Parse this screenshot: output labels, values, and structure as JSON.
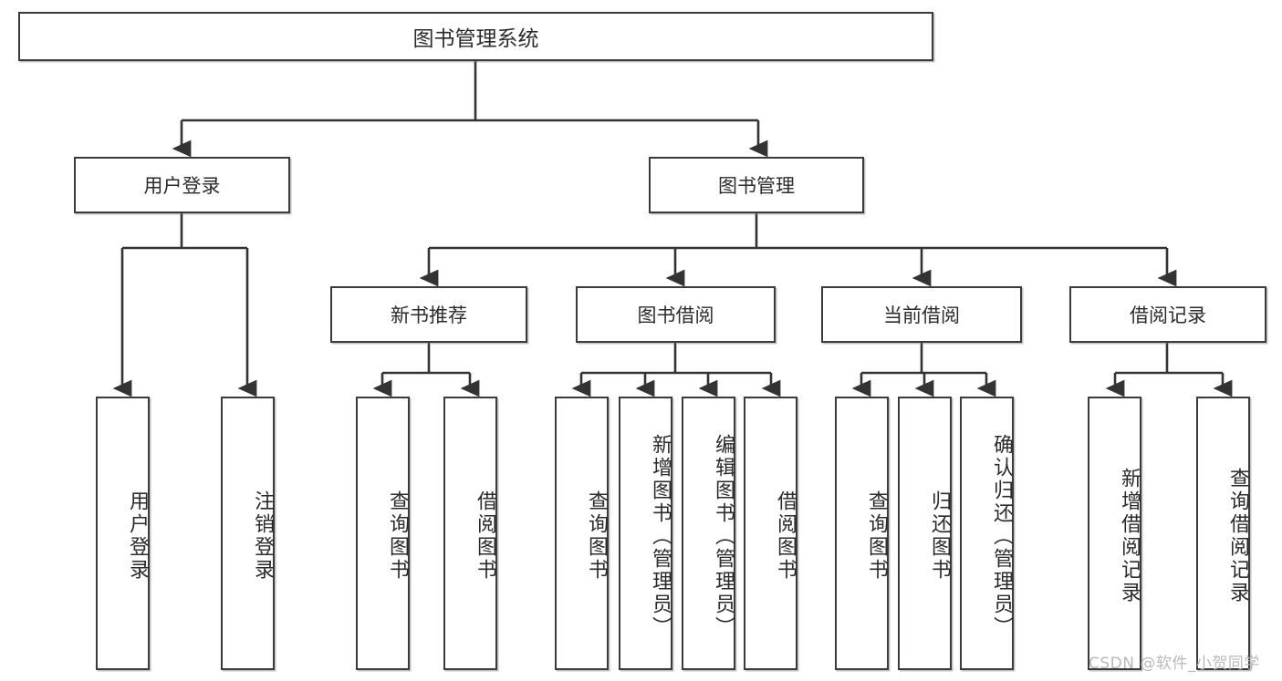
{
  "diagram": {
    "type": "tree",
    "title": "图书管理系统",
    "orientation": "top-down",
    "colors": {
      "border": "#3b3b3b",
      "fill": "#ffffff",
      "text": "#2b2b2b",
      "edge": "#333333",
      "watermark": "#b9b9b9"
    }
  },
  "root": {
    "label": "图书管理系统"
  },
  "level2": [
    {
      "label": "用户登录"
    },
    {
      "label": "图书管理"
    }
  ],
  "level3": [
    {
      "label": "新书推荐"
    },
    {
      "label": "图书借阅"
    },
    {
      "label": "当前借阅"
    },
    {
      "label": "借阅记录"
    }
  ],
  "leaves": {
    "user_login": [
      {
        "label": "用户登录"
      },
      {
        "label": "注销登录"
      }
    ],
    "new_book": [
      {
        "label": "查询图书"
      },
      {
        "label": "借阅图书"
      }
    ],
    "book_borrow": [
      {
        "label": "查询图书"
      },
      {
        "label": "新增图书（管理员）"
      },
      {
        "label": "编辑图书（管理员）"
      },
      {
        "label": "借阅图书"
      }
    ],
    "current_borrow": [
      {
        "label": "查询图书"
      },
      {
        "label": "归还图书"
      },
      {
        "label": "确认归还（管理员）"
      }
    ],
    "borrow_record": [
      {
        "label": "新增借阅记录"
      },
      {
        "label": "查询借阅记录"
      }
    ]
  },
  "watermark": {
    "text": "CSDN @软件_小贺同学"
  }
}
